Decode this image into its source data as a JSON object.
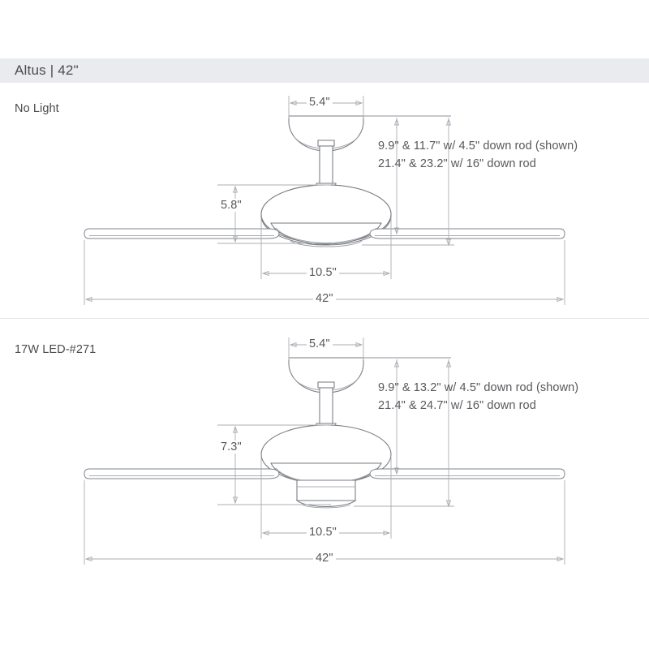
{
  "header": {
    "title": "Altus | 42\""
  },
  "sections": [
    {
      "label": "No Light",
      "dimensions": {
        "canopy_width": "5.4\"",
        "housing_height": "5.8\"",
        "housing_width": "10.5\"",
        "blade_span": "42\""
      },
      "notes": [
        "9.9\"  & 11.7\" w/ 4.5\" down rod (shown)",
        "21.4\" & 23.2\" w/ 16\" down rod"
      ]
    },
    {
      "label": "17W LED-#271",
      "dimensions": {
        "canopy_width": "5.4\"",
        "housing_height": "7.3\"",
        "housing_width": "10.5\"",
        "blade_span": "42\""
      },
      "notes": [
        "9.9\"  & 13.2\" w/ 4.5\" down rod (shown)",
        "21.4\" & 24.7\" w/ 16\" down rod"
      ]
    }
  ],
  "colors": {
    "band": "#eaebee",
    "line": "#8d9096",
    "text": "#4b4b50"
  }
}
